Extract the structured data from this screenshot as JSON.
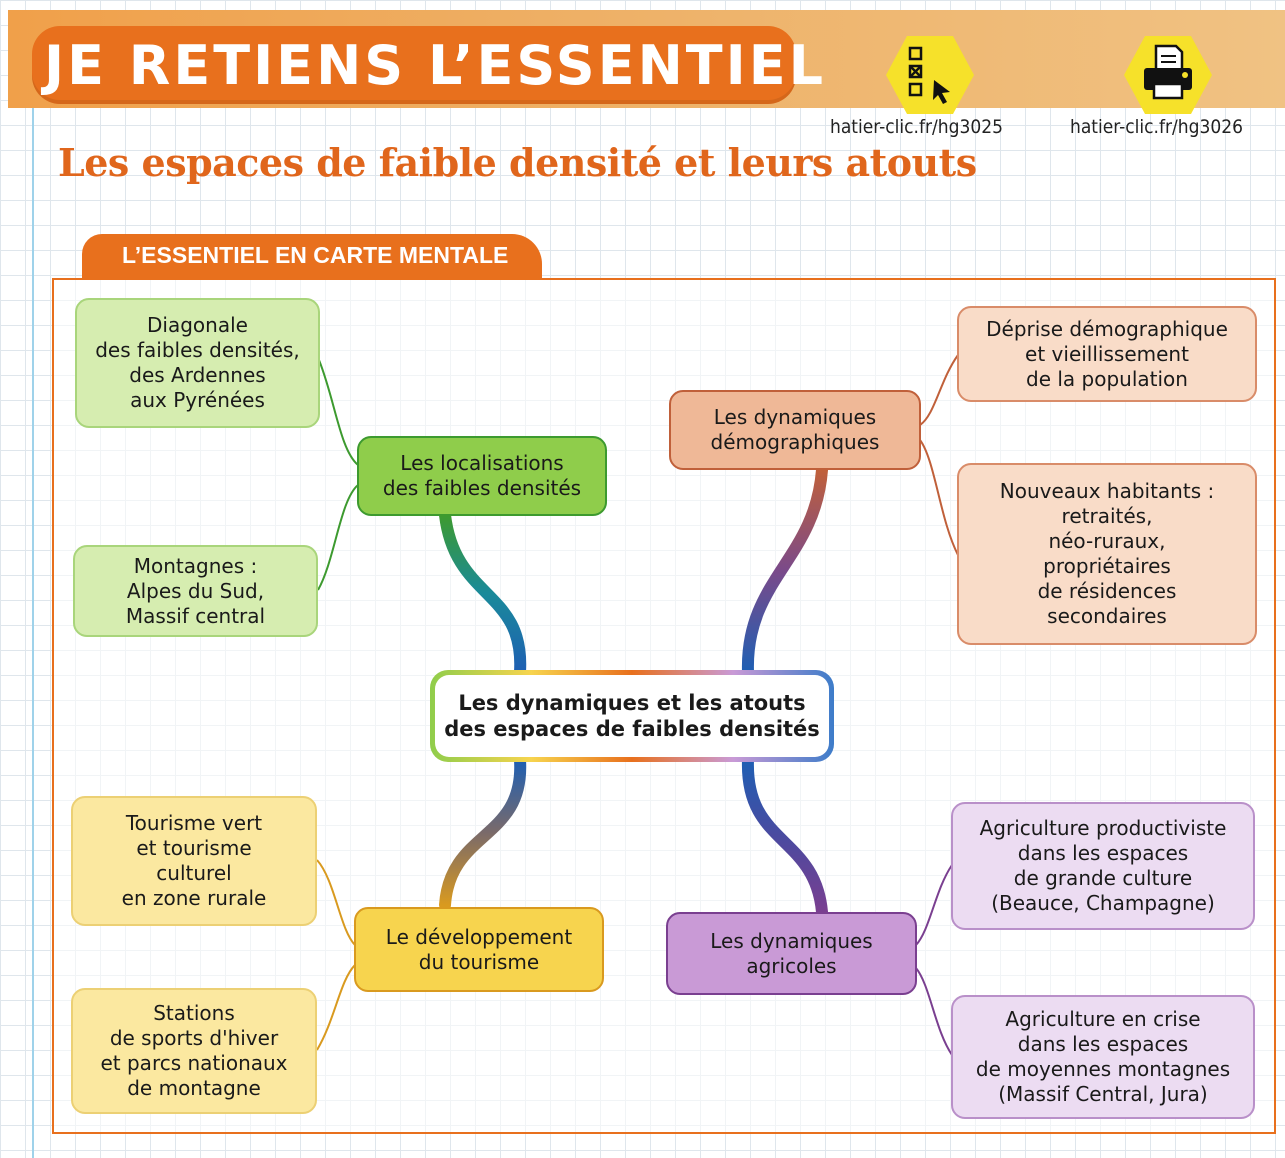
{
  "banner": {
    "title": "JE RETIENS L’ESSENTIEL"
  },
  "links": [
    {
      "icon": "checklist-cursor-icon",
      "text": "hatier-clic.fr/hg3025"
    },
    {
      "icon": "printer-icon",
      "text": "hatier-clic.fr/hg3026"
    }
  ],
  "page_title": "Les espaces de faible densité et leurs atouts",
  "section_tab": "L’ESSENTIEL EN CARTE MENTALE",
  "mindmap": {
    "center": "Les dynamiques et les atouts\ndes espaces de faibles densités",
    "branches": {
      "localisations": {
        "hub": "Les localisations\ndes faibles densités",
        "leaves": [
          "Diagonale\ndes faibles densités,\ndes Ardennes\naux Pyrénées",
          "Montagnes :\nAlpes du Sud,\nMassif central"
        ]
      },
      "demographie": {
        "hub": "Les dynamiques\ndémographiques",
        "leaves": [
          "Déprise démographique\net vieillissement\nde la population",
          "Nouveaux habitants :\nretraités,\nnéo-ruraux,\npropriétaires\nde résidences\nsecondaires"
        ]
      },
      "tourisme": {
        "hub": "Le développement\ndu tourisme",
        "leaves": [
          "Tourisme vert\net tourisme\nculturel\nen zone rurale",
          "Stations\nde sports d'hiver\net parcs nationaux\nde montagne"
        ]
      },
      "agriculture": {
        "hub": "Les dynamiques\nagricoles",
        "leaves": [
          "Agriculture productiviste\ndans les espaces\nde grande culture\n(Beauce, Champagne)",
          "Agriculture en crise\ndans les espaces\nde moyennes montagnes\n(Massif Central, Jura)"
        ]
      }
    }
  },
  "colors": {
    "brand_orange": "#e8701d",
    "green": "#8fcd4b",
    "salmon": "#efb897",
    "yellow": "#f7d44e",
    "purple": "#c99ad6"
  }
}
